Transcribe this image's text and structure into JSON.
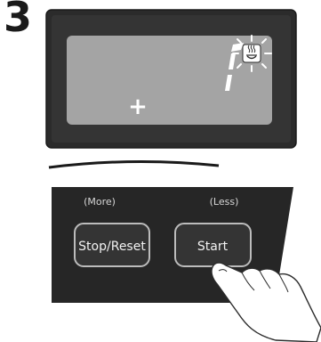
{
  "step_number": "3",
  "display": {
    "plus_symbol": "+",
    "digit_fragment": "1"
  },
  "control_panel": {
    "stop_reset_hint": "(More)",
    "start_hint": "(Less)",
    "stop_reset_label": "Stop/Reset",
    "start_label": "Start"
  }
}
